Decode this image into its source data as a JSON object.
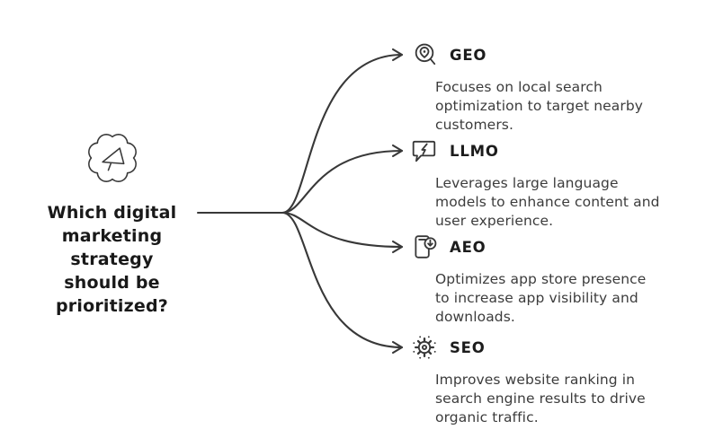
{
  "ink_color": "#383838",
  "diagram": {
    "question": "Which digital marketing strategy should be prioritized?",
    "root_icon": "megaphone-burst-icon",
    "branches": [
      {
        "label": "GEO",
        "icon": "location-search-icon",
        "description": "Focuses on local search optimization to target nearby customers."
      },
      {
        "label": "LLMO",
        "icon": "chat-lightning-icon",
        "description": "Leverages large language models to enhance content and user experience."
      },
      {
        "label": "AEO",
        "icon": "phone-download-icon",
        "description": "Optimizes app store presence to increase app visibility and downloads."
      },
      {
        "label": "SEO",
        "icon": "gear-network-icon",
        "description": "Improves website ranking in search engine results to drive organic traffic."
      }
    ]
  }
}
